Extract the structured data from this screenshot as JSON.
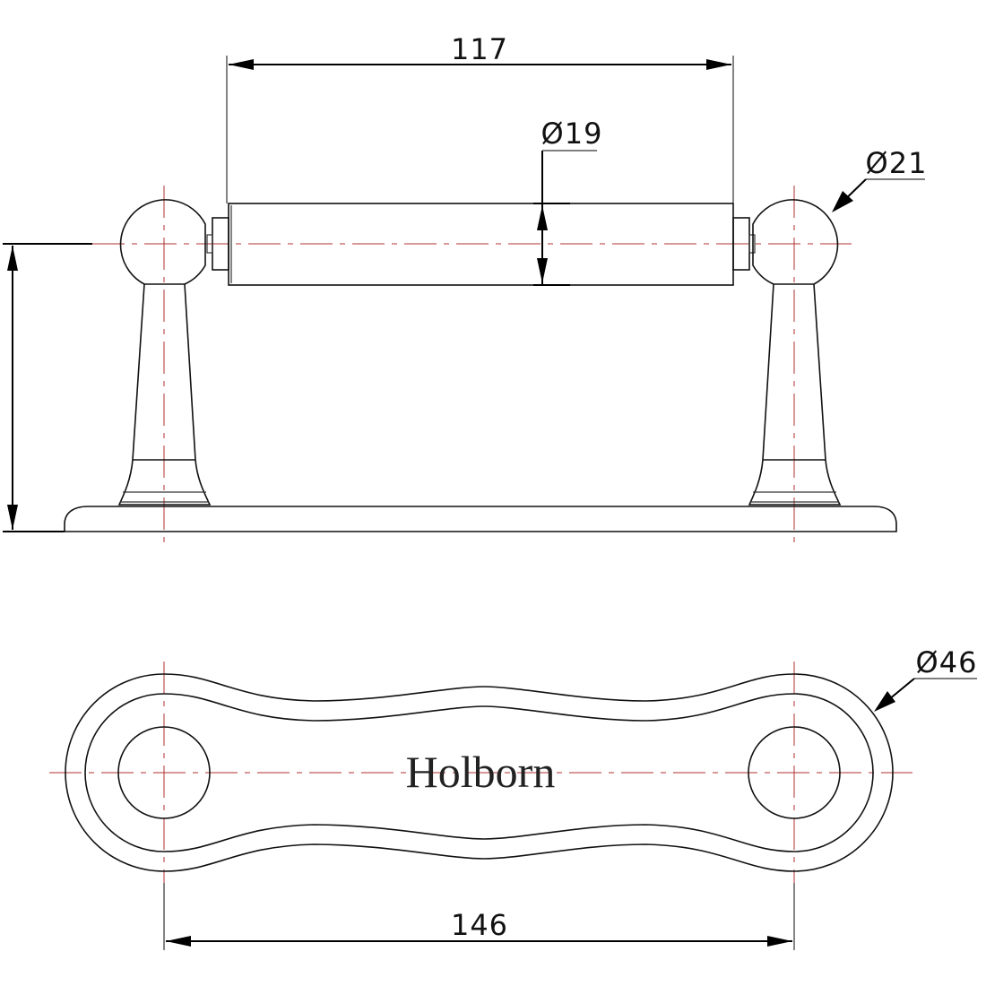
{
  "drawing": {
    "brand": "Holborn",
    "dimensions": {
      "roll_length": "117",
      "roll_diameter": "Ø19",
      "ball_diameter": "Ø21",
      "plate_width": "Ø46",
      "center_distance": "146"
    },
    "colors": {
      "line": "#111111",
      "centerline": "#b03030"
    }
  }
}
